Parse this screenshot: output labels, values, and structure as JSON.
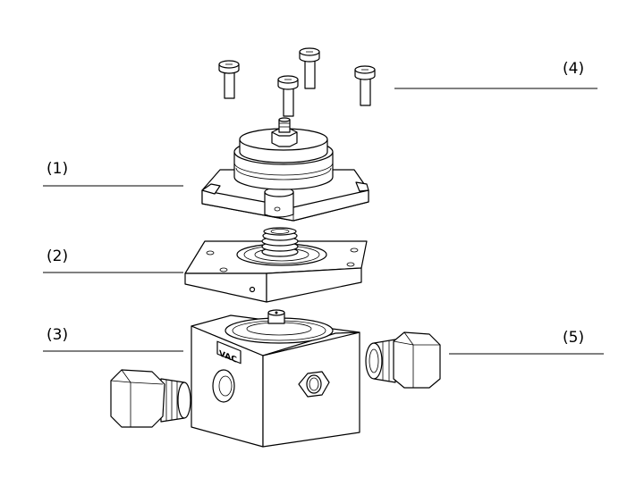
{
  "callouts": [
    {
      "id": "c1",
      "label": "(1)"
    },
    {
      "id": "c2",
      "label": "(2)"
    },
    {
      "id": "c3",
      "label": "(3)"
    },
    {
      "id": "c4",
      "label": "(4)"
    },
    {
      "id": "c5",
      "label": "(5)"
    }
  ],
  "body_badge": "VAC",
  "colors": {
    "line": "#000000",
    "fill": "#ffffff"
  }
}
